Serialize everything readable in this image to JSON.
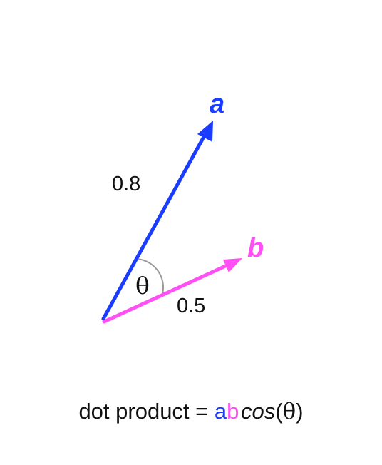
{
  "diagram": {
    "vector_a": {
      "label": "a",
      "magnitude_label": "0.8",
      "color": "#1a3cff"
    },
    "vector_b": {
      "label": "b",
      "magnitude_label": "0.5",
      "color": "#ff4ff5"
    },
    "angle": {
      "label": "θ",
      "arc_color": "#999999"
    }
  },
  "formula": {
    "prefix": "dot product = ",
    "a_symbol": "a",
    "b_symbol": "b",
    "cos_text": "cos",
    "open_paren": "(",
    "theta": "θ",
    "close_paren": ")"
  }
}
